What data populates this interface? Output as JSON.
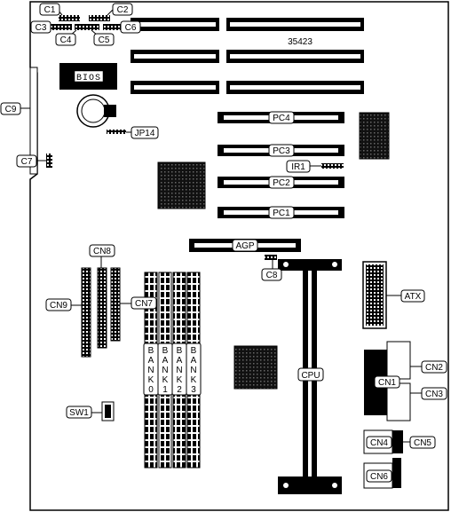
{
  "board_id": "35423",
  "bios_label": "BIOS",
  "labels": {
    "c1": "C1",
    "c2": "C2",
    "c3": "C3",
    "c4": "C4",
    "c5": "C5",
    "c6": "C6",
    "c7": "C7",
    "c8": "C8",
    "c9": "C9",
    "jp14": "JP14",
    "ir1": "IR1",
    "pc1": "PC1",
    "pc2": "PC2",
    "pc3": "PC3",
    "pc4": "PC4",
    "agp": "AGP",
    "cn1": "CN1",
    "cn2": "CN2",
    "cn3": "CN3",
    "cn4": "CN4",
    "cn5": "CN5",
    "cn6": "CN6",
    "cn7": "CN7",
    "cn8": "CN8",
    "cn9": "CN9",
    "sw1": "SW1",
    "atx": "ATX",
    "cpu": "CPU"
  },
  "banks": [
    {
      "letters": [
        "B",
        "A",
        "N",
        "K",
        "0"
      ]
    },
    {
      "letters": [
        "B",
        "A",
        "N",
        "K",
        "1"
      ]
    },
    {
      "letters": [
        "B",
        "A",
        "N",
        "K",
        "2"
      ]
    },
    {
      "letters": [
        "B",
        "A",
        "N",
        "K",
        "3"
      ]
    }
  ]
}
